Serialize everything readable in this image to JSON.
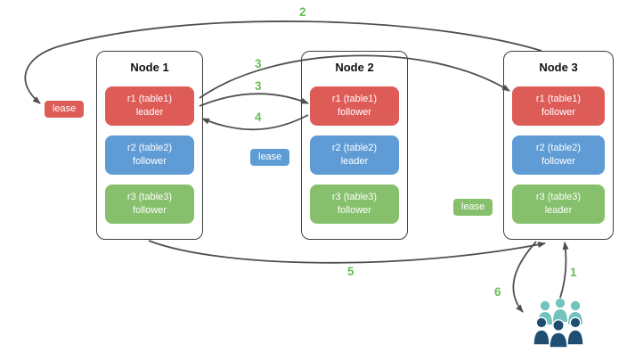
{
  "nodes": [
    {
      "title": "Node 1",
      "replicas": [
        {
          "name": "r1 (table1)",
          "role": "leader",
          "color": "red"
        },
        {
          "name": "r2 (table2)",
          "role": "follower",
          "color": "blue"
        },
        {
          "name": "r3 (table3)",
          "role": "follower",
          "color": "green"
        }
      ]
    },
    {
      "title": "Node 2",
      "replicas": [
        {
          "name": "r1 (table1)",
          "role": "follower",
          "color": "red"
        },
        {
          "name": "r2 (table2)",
          "role": "leader",
          "color": "blue"
        },
        {
          "name": "r3 (table3)",
          "role": "follower",
          "color": "green"
        }
      ]
    },
    {
      "title": "Node 3",
      "replicas": [
        {
          "name": "r1 (table1)",
          "role": "follower",
          "color": "red"
        },
        {
          "name": "r2 (table2)",
          "role": "follower",
          "color": "blue"
        },
        {
          "name": "r3 (table3)",
          "role": "leader",
          "color": "green"
        }
      ]
    }
  ],
  "leases": [
    {
      "label": "lease",
      "color": "red"
    },
    {
      "label": "lease",
      "color": "blue"
    },
    {
      "label": "lease",
      "color": "green"
    }
  ],
  "steps": [
    {
      "label": "1"
    },
    {
      "label": "2"
    },
    {
      "label": "3"
    },
    {
      "label": "3"
    },
    {
      "label": "4"
    },
    {
      "label": "5"
    },
    {
      "label": "6"
    }
  ],
  "icons": {
    "users": "users-group-icon"
  },
  "colors": {
    "red": "#de5c58",
    "blue": "#5f9cd6",
    "green": "#87c06c",
    "step_label": "#67bd57",
    "arrow": "#4f4f4f",
    "node_border": "#3f3f3f",
    "users_back": "#72c3bd",
    "users_front": "#1f4e72"
  }
}
